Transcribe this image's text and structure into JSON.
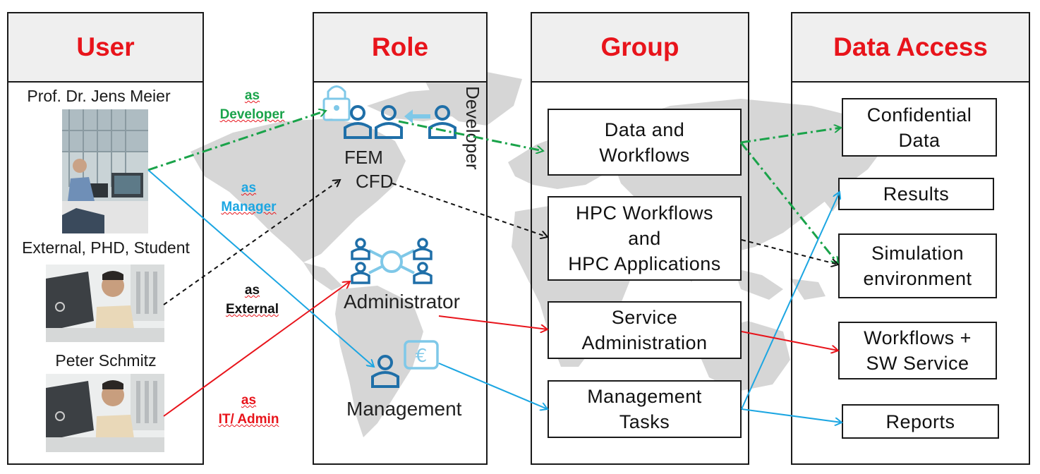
{
  "columns": {
    "user": "User",
    "role": "Role",
    "group": "Group",
    "data_access": "Data Access"
  },
  "users": [
    {
      "name": "Prof. Dr. Jens Meier"
    },
    {
      "name": "External, PHD, Student"
    },
    {
      "name": "Peter Schmitz"
    }
  ],
  "connections": [
    {
      "as": "as",
      "role": "Developer",
      "color": "#1aa34a"
    },
    {
      "as": "as",
      "role": "Manager",
      "color": "#1ca6e2"
    },
    {
      "as": "as",
      "role": "External",
      "color": "#111111"
    },
    {
      "as": "as",
      "role": "IT/ Admin",
      "color": "#e8141b"
    }
  ],
  "roles": {
    "fem": "FEM",
    "cfd": "CFD",
    "developer": "Developer",
    "administrator": "Administrator",
    "management": "Management"
  },
  "groups": [
    {
      "line1": "Data and",
      "line2": "Workflows",
      "line3": ""
    },
    {
      "line1": "HPC Workflows",
      "line2": "and",
      "line3": "HPC Applications"
    },
    {
      "line1": "Service",
      "line2": "Administration",
      "line3": ""
    },
    {
      "line1": "Management",
      "line2": "Tasks",
      "line3": ""
    }
  ],
  "data_access": [
    {
      "line1": "Confidential",
      "line2": "Data"
    },
    {
      "line1": "Results",
      "line2": ""
    },
    {
      "line1": "Simulation",
      "line2": "environment"
    },
    {
      "line1": "Workflows +",
      "line2": "SW Service"
    },
    {
      "line1": "Reports",
      "line2": ""
    }
  ],
  "colors": {
    "heading": "#e8141b",
    "developer": "#1aa34a",
    "manager": "#1ca6e2",
    "external": "#111111",
    "admin": "#e8141b",
    "icon_blue": "#1f6fa8",
    "icon_light": "#7fc8e8",
    "map_gray": "#d6d6d6"
  }
}
